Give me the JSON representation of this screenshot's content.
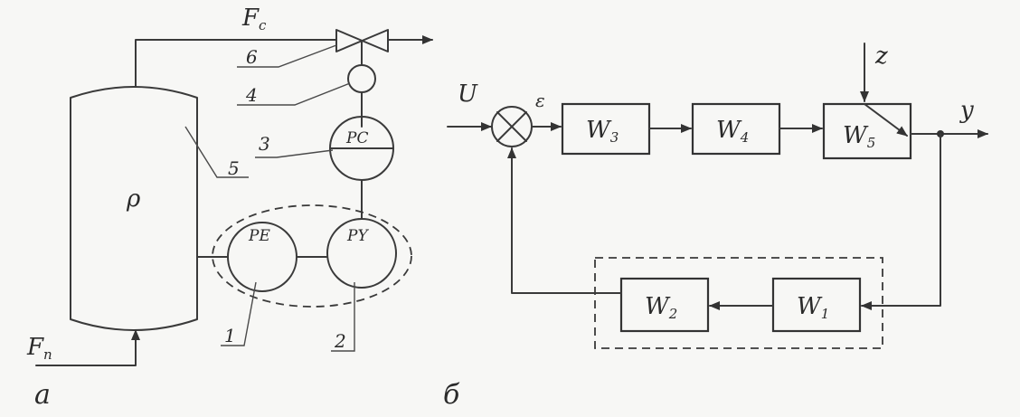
{
  "diagram_a": {
    "caption": "a",
    "vessel_label": "ρ",
    "flow_top": {
      "main": "F",
      "sub": "c"
    },
    "flow_bottom": {
      "main": "F",
      "sub": "n"
    },
    "instruments": {
      "controller": "PC",
      "sensor": "PE",
      "transducer": "PY"
    },
    "callouts": [
      "1",
      "2",
      "3",
      "4",
      "5",
      "6"
    ]
  },
  "diagram_b": {
    "caption": "б",
    "input": "U",
    "error": "ε",
    "output": "y",
    "disturbance": "z",
    "blocks": [
      {
        "main": "W",
        "sub": "3"
      },
      {
        "main": "W",
        "sub": "4"
      },
      {
        "main": "W",
        "sub": "5"
      },
      {
        "main": "W",
        "sub": "2"
      },
      {
        "main": "W",
        "sub": "1"
      }
    ]
  }
}
